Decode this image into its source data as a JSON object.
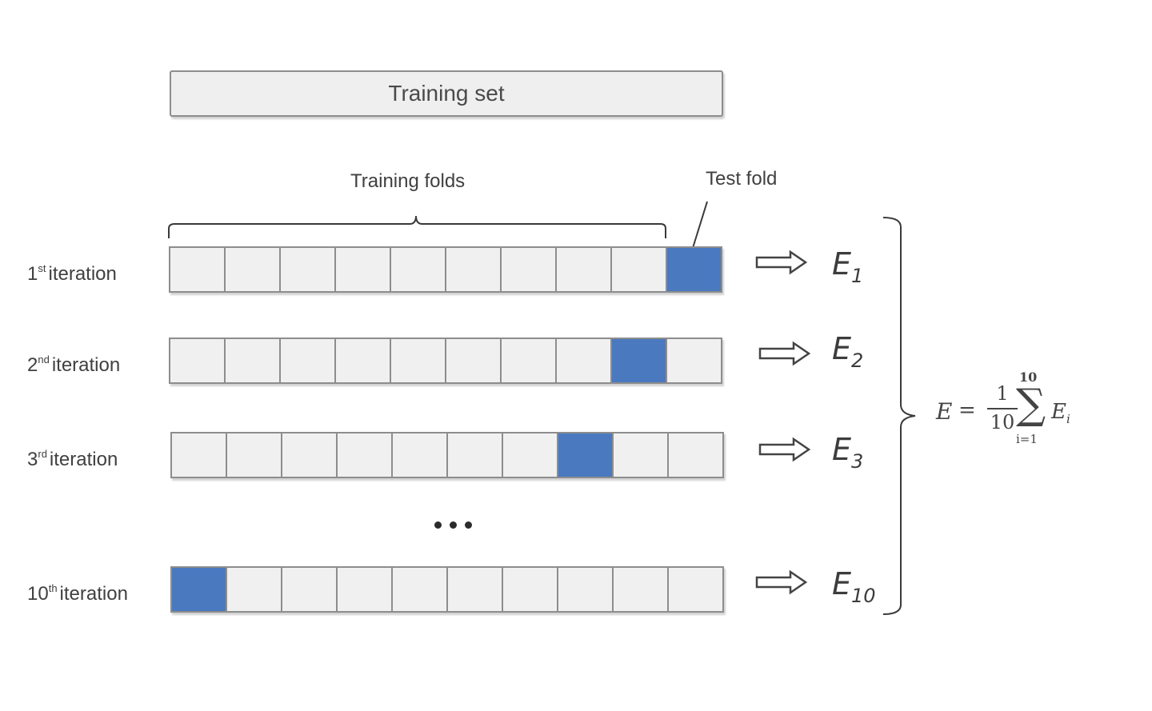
{
  "training_set_label": "Training set",
  "training_folds_label": "Training folds",
  "test_fold_label": "Test fold",
  "fold_count": 10,
  "test_fold_color": "#4a79c0",
  "train_fold_color": "#f0f0f0",
  "rows": [
    {
      "ordinal": "1",
      "suffix": "st",
      "label": "iteration",
      "test_index": 9,
      "error_base": "E",
      "error_sub": "1"
    },
    {
      "ordinal": "2",
      "suffix": "nd",
      "label": "iteration",
      "test_index": 8,
      "error_base": "E",
      "error_sub": "2"
    },
    {
      "ordinal": "3",
      "suffix": "rd",
      "label": "iteration",
      "test_index": 7,
      "error_base": "E",
      "error_sub": "3"
    },
    {
      "ordinal": "10",
      "suffix": "th",
      "label": "iteration",
      "test_index": 0,
      "error_base": "E",
      "error_sub": "10"
    }
  ],
  "formula": {
    "lhs": "E",
    "equals": "=",
    "numerator": "1",
    "denominator": "10",
    "sum_symbol": "∑",
    "upper_limit": "10",
    "lower_limit": "i=1",
    "term_base": "E",
    "term_sub": "i"
  }
}
